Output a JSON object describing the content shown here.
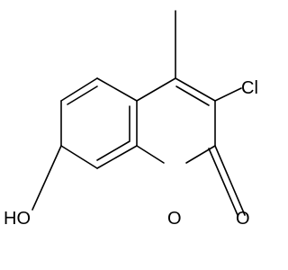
{
  "molecule": {
    "atom_labels": {
      "chlorine": "Cl",
      "ring_oxygen": "O",
      "carbonyl_oxygen": "O",
      "hydroxyl": "HO"
    }
  }
}
